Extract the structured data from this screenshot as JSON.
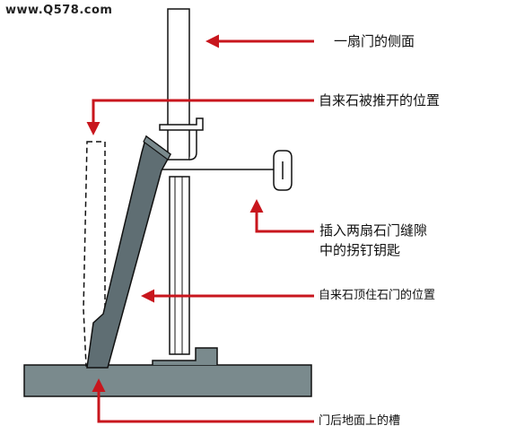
{
  "watermark": "www.Q578.com",
  "labels": {
    "door_side": "一扇门的侧面",
    "stone_pushed_open": "自来石被推开的位置",
    "key_line1": "插入两扇石门缝隙",
    "key_line2": "中的拐钉钥匙",
    "stone_blocking": "自来石顶住石门的位置",
    "floor_groove": "门后地面上的槽"
  },
  "colors": {
    "arrow": "#c8161d",
    "stone_fill": "#5f6e73",
    "floor_fill": "#7a8a8d",
    "outline": "#111111",
    "door_fill": "#ffffff"
  }
}
